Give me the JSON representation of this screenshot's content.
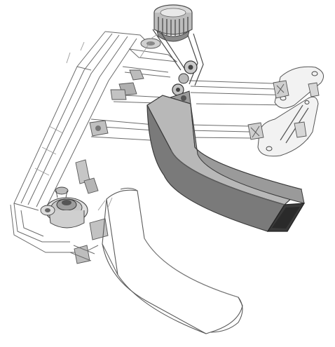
{
  "figure": {
    "palette": {
      "background": "#ffffff",
      "line": "#6b6b6b",
      "shaded_part_light": "#b8b8b8",
      "shaded_part_dark": "#5a5a5a",
      "shaded_part_opening": "#3a3a3a"
    },
    "components": [
      "motor",
      "drive-belt",
      "guide-rails",
      "bracket-plate-upper",
      "bracket-plate-lower",
      "curved-chute-shaded",
      "curved-chute-outline",
      "gear-assembly"
    ]
  }
}
